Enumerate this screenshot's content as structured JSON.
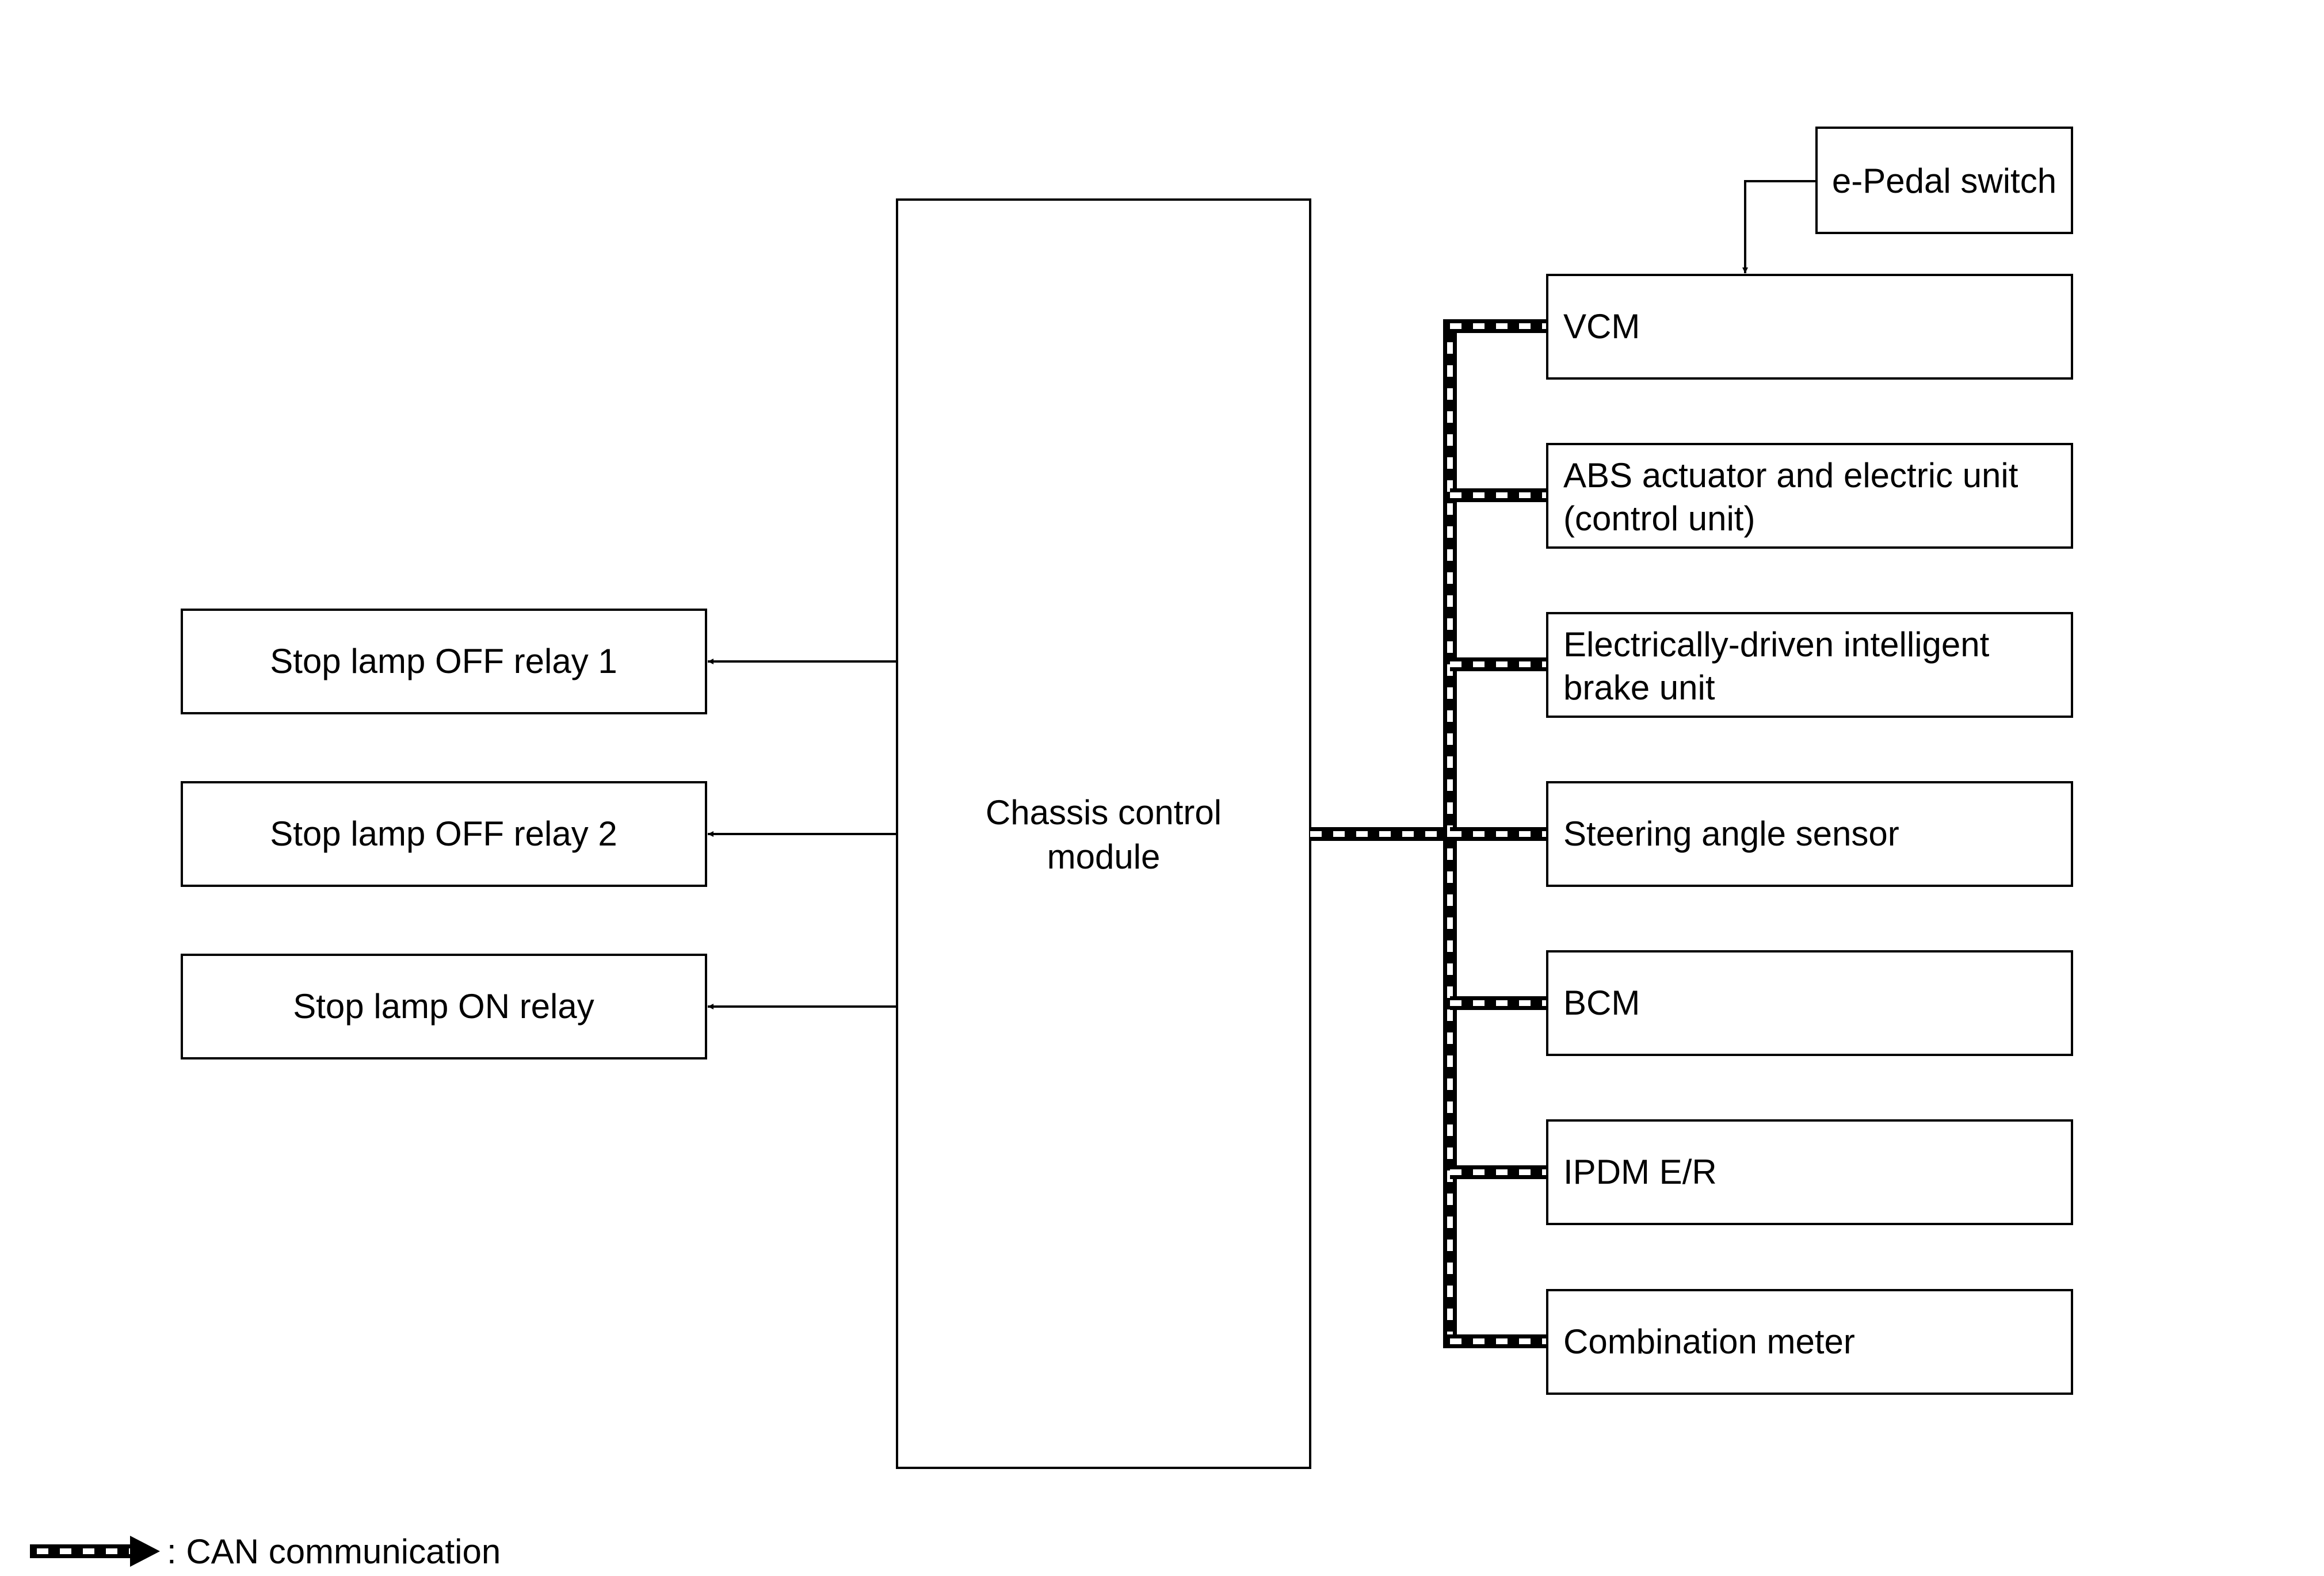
{
  "left_relays": [
    {
      "label": "Stop lamp OFF relay 1"
    },
    {
      "label": "Stop lamp OFF relay 2"
    },
    {
      "label": "Stop lamp ON relay"
    }
  ],
  "central_module": {
    "line1": "Chassis control",
    "line2": "module"
  },
  "epedal_switch": {
    "label": "e-Pedal switch"
  },
  "can_nodes": [
    {
      "line1": "VCM",
      "line2": ""
    },
    {
      "line1": "ABS actuator and electric unit",
      "line2": "(control unit)"
    },
    {
      "line1": "Electrically-driven intelligent",
      "line2": "brake unit"
    },
    {
      "line1": "Steering angle sensor",
      "line2": ""
    },
    {
      "line1": "BCM",
      "line2": ""
    },
    {
      "line1": "IPDM E/R",
      "line2": ""
    },
    {
      "line1": "Combination meter",
      "line2": ""
    }
  ],
  "legend": {
    "label": ": CAN communication"
  }
}
